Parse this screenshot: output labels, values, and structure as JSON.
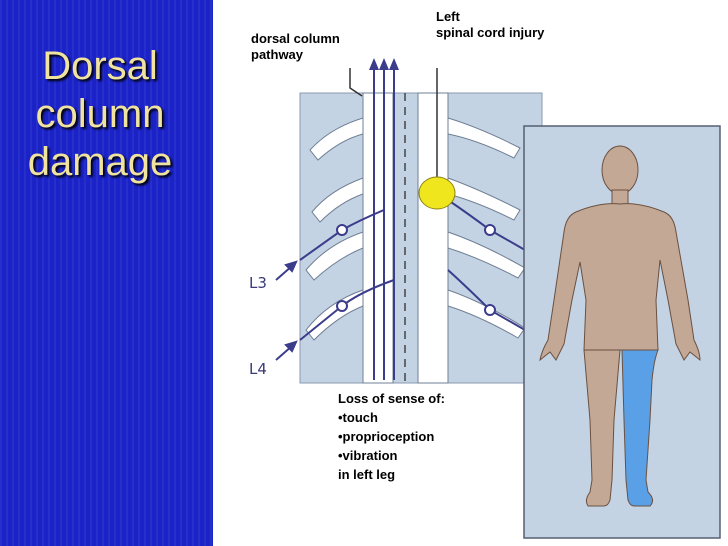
{
  "slide": {
    "title_lines": [
      "Dorsal",
      "column",
      "damage"
    ]
  },
  "diagram": {
    "pathway_label_lines": [
      "dorsal column",
      "pathway"
    ],
    "injury_label_lines": [
      "Left",
      "spinal cord injury"
    ],
    "segment_labels": [
      "L3",
      "L4"
    ],
    "loss_heading": "Loss of sense of:",
    "loss_items": [
      "•touch",
      "•proprioception",
      "•vibration"
    ],
    "loss_footer": "in left leg",
    "colors": {
      "sidebar": "#1a22c8",
      "title": "#f0e3a0",
      "spine_bg": "#c4d3e3",
      "pathway": "#3c3c8c",
      "lesion": "#f0e61e",
      "body_skin": "#c4a896",
      "affected_leg": "#5aa0e6"
    }
  }
}
